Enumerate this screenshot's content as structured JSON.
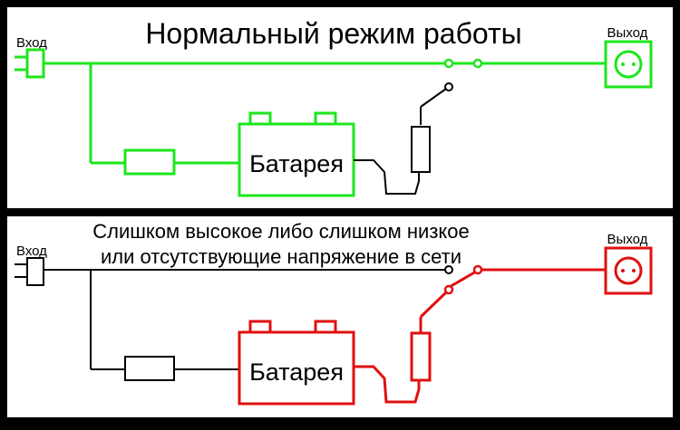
{
  "panels": [
    {
      "id": "normal",
      "title_lines": [
        "Нормальный режим работы"
      ],
      "input_label": "Вход",
      "output_label": "Выход",
      "battery_label": "Батарея",
      "active_color": "#1ee61e",
      "state": "mains-power"
    },
    {
      "id": "fault",
      "title_lines": [
        "Слишком высокое либо слишком низкое",
        "или отсутствующие напряжение в сети"
      ],
      "input_label": "Вход",
      "output_label": "Выход",
      "battery_label": "Батарея",
      "active_color": "#e01010",
      "state": "battery-power"
    }
  ],
  "colors": {
    "background": "#000000",
    "panel": "#ffffff",
    "inactive_wire": "#000000"
  }
}
